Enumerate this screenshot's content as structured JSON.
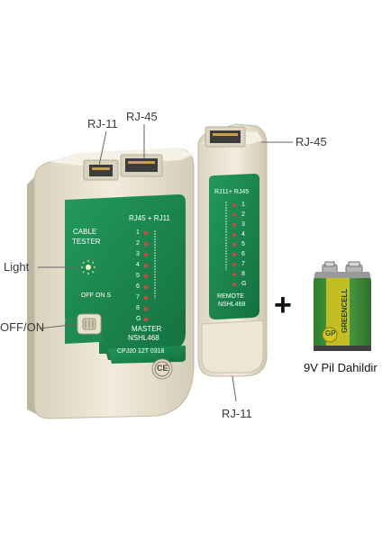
{
  "callouts": {
    "master_rj11": "RJ-11",
    "master_rj45": "RJ-45",
    "remote_rj45": "RJ-45",
    "remote_rj11": "RJ-11",
    "light": "Light",
    "off_on": "OFF/ON"
  },
  "master": {
    "cable_tester_line1": "CABLE",
    "cable_tester_line2": "TESTER",
    "led_header": "RJ45 + RJ11",
    "led_labels": [
      "1",
      "2",
      "3",
      "4",
      "5",
      "6",
      "7",
      "8",
      "G"
    ],
    "switch_label": "OFF ON S",
    "model_line1": "MASTER",
    "model_line2": "NSHL468",
    "code": "CPJ20 12T 0318",
    "ce_mark": "CE"
  },
  "remote": {
    "led_header": "RJ11+ RJ45",
    "led_labels": [
      "1",
      "2",
      "3",
      "4",
      "5",
      "6",
      "7",
      "8",
      "G"
    ],
    "model_line1": "REMOTE",
    "model_line2": "NSHL468"
  },
  "battery": {
    "brand": "GP",
    "text": "GREENCELL",
    "caption": "9V Pil Dahildir"
  },
  "plus_sign": "+",
  "colors": {
    "body": "#ece6d3",
    "panel": "#1f8a52",
    "battery_green": "#3c8f3a",
    "battery_yellow": "#d4c21f"
  }
}
